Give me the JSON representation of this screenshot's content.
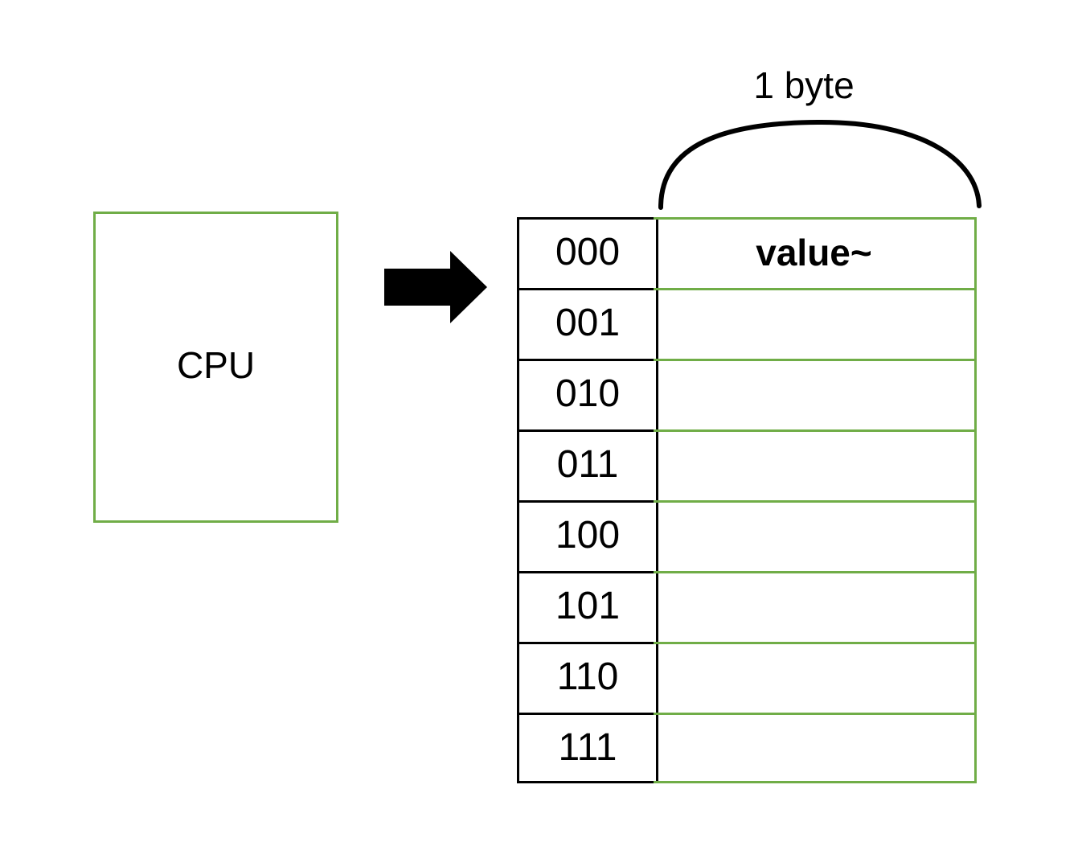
{
  "colors": {
    "green": "#70ad47",
    "black": "#000000"
  },
  "cpu": {
    "label": "CPU"
  },
  "byte_label": "1 byte",
  "memory": {
    "rows": [
      {
        "address": "000",
        "value": "value~"
      },
      {
        "address": "001",
        "value": ""
      },
      {
        "address": "010",
        "value": ""
      },
      {
        "address": "011",
        "value": ""
      },
      {
        "address": "100",
        "value": ""
      },
      {
        "address": "101",
        "value": ""
      },
      {
        "address": "110",
        "value": ""
      },
      {
        "address": "111",
        "value": ""
      }
    ]
  }
}
